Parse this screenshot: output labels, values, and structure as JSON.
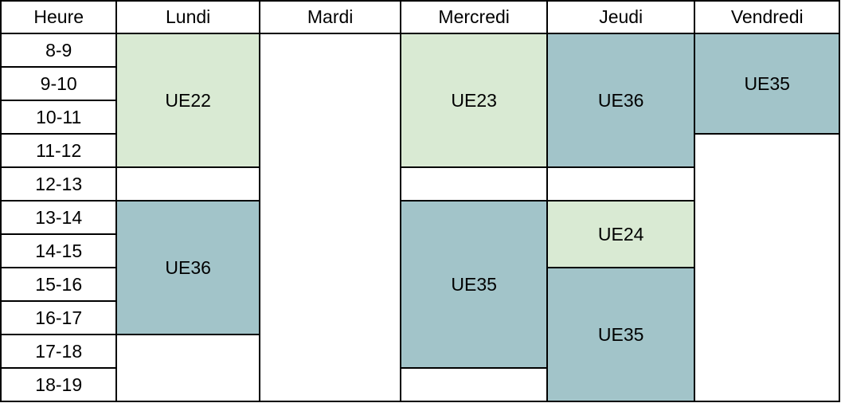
{
  "colors": {
    "light_green": "#d9ead3",
    "teal": "#a2c4c9",
    "border": "#000000",
    "background": "#ffffff"
  },
  "header": {
    "hour": "Heure",
    "days": [
      "Lundi",
      "Mardi",
      "Mercredi",
      "Jeudi",
      "Vendredi"
    ]
  },
  "hours": [
    "8-9",
    "9-10",
    "10-11",
    "11-12",
    "12-13",
    "13-14",
    "14-15",
    "15-16",
    "16-17",
    "17-18",
    "18-19"
  ],
  "sessions": {
    "lundi": [
      {
        "label": "UE22",
        "slots": "8-12",
        "color": "#d9ead3"
      },
      {
        "label": "UE36",
        "slots": "13-17",
        "color": "#a2c4c9"
      }
    ],
    "mercredi": [
      {
        "label": "UE23",
        "slots": "8-12",
        "color": "#d9ead3"
      },
      {
        "label": "UE35",
        "slots": "13-18",
        "color": "#a2c4c9"
      }
    ],
    "jeudi": [
      {
        "label": "UE36",
        "slots": "8-12",
        "color": "#a2c4c9"
      },
      {
        "label": "UE24",
        "slots": "13-15",
        "color": "#d9ead3"
      },
      {
        "label": "UE35",
        "slots": "15-19",
        "color": "#a2c4c9"
      }
    ],
    "vendredi": [
      {
        "label": "UE35",
        "slots": "8-11",
        "color": "#a2c4c9"
      }
    ]
  }
}
